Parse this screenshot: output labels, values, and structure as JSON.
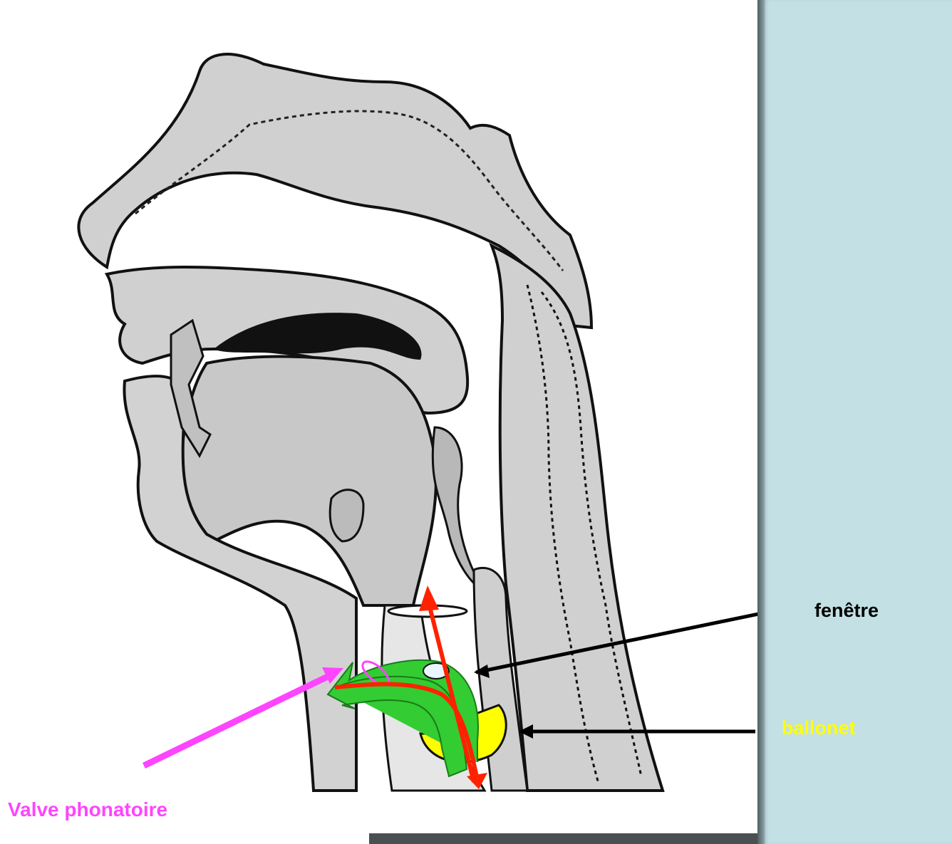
{
  "labels": {
    "fenetre": "fenêtre",
    "ballonet": "ballonet",
    "valve": "Valve phonatoire"
  },
  "colors": {
    "fenetre": "#000000",
    "ballonet": "#ffff00",
    "valve": "#ff44ff",
    "air_flow_arrow": "#ff2200",
    "cannula": "#33cc33",
    "balloon_cuff": "#ffff00",
    "tissue": "#d0d0d0",
    "sidebar": "#c3e0e5"
  }
}
